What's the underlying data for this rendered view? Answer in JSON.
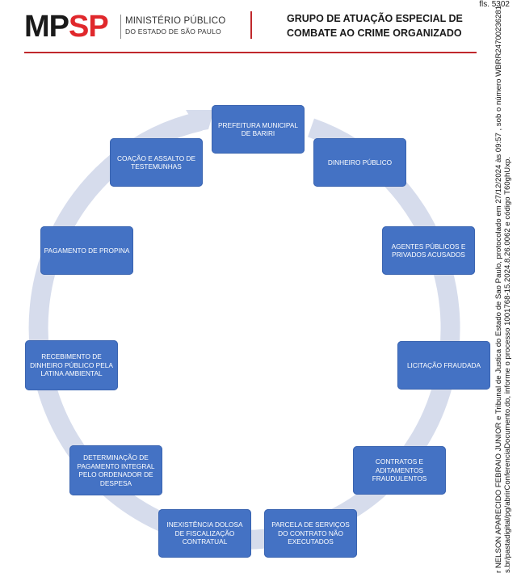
{
  "page_number": "fls. 5302",
  "header": {
    "logo_mp": "MP",
    "logo_sp": "SP",
    "ministry_line1": "MINISTÉRIO PÚBLICO",
    "ministry_line2": "DO ESTADO DE SÃO PAULO",
    "group_line1": "GRUPO DE ATUAÇÃO ESPECIAL DE",
    "group_line2": "COMBATE AO CRIME ORGANIZADO"
  },
  "side_stamp": {
    "line1": "r NELSON APARECIDO FEBRAIO JUNIOR e Tribunal de Justica do Estado de Sao Paulo, protocolado em 27/12/2024 às 09:57 , sob o número WBRR24700236281",
    "line2": "s.br/pastadigital/pg/abrirConferenciaDocumento.do, informe o processo 1001768-15.2024.8.26.0062 e código T60ghUxp."
  },
  "colors": {
    "box_fill": "#4472c4",
    "cycle_arrow": "#d6dcec",
    "brand_red": "#e0282c"
  },
  "cycle": {
    "nodes": [
      "PREFEITURA MUNICIPAL DE BARIRI",
      "DINHEIRO PÚBLICO",
      "AGENTES PÚBLICOS E PRIVADOS ACUSADOS",
      "LICITAÇÃO FRAUDADA",
      "CONTRATOS E ADITAMENTOS FRAUDULENTOS",
      "PARCELA DE SERVIÇOS DO CONTRATO NÃO EXECUTADOS",
      "INEXISTÊNCIA DOLOSA DE FISCALIZAÇÃO CONTRATUAL",
      "DETERMINAÇÃO DE PAGAMENTO INTEGRAL PELO ORDENADOR DE DESPESA",
      "RECEBIMENTO DE DINHEIRO PÚBLICO PELA LATINA AMBIENTAL",
      "PAGAMENTO DE PROPINA",
      "COAÇÃO E ASSALTO DE TESTEMUNHAS"
    ]
  }
}
